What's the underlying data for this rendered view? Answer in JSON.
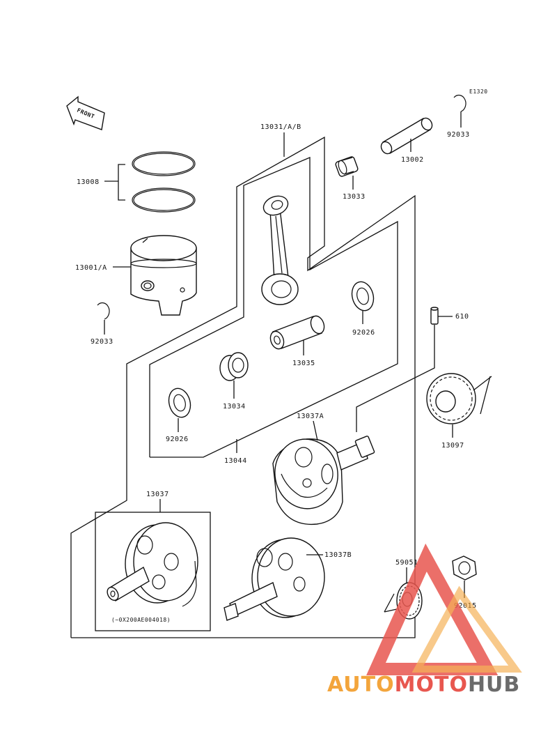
{
  "diagram": {
    "code": "E1320",
    "front_label": "FRONT",
    "parts": {
      "p13008": "13008",
      "p13001": "13001/A",
      "p92033_left": "92033",
      "p92033_right": "92033",
      "p13031": "13031/A/B",
      "p13002": "13002",
      "p13033": "13033",
      "p92026_right": "92026",
      "p13035": "13035",
      "p13034": "13034",
      "p92026_left": "92026",
      "p13044": "13044",
      "p610": "610",
      "p13097": "13097",
      "p13037A": "13037A",
      "p13037": "13037",
      "p13037B": "13037B",
      "p59051": "59051",
      "p92015": "92015",
      "serial_note": "(~0X200AE004018)"
    }
  },
  "watermark": {
    "part1": "AUTO",
    "part2": "MOTO",
    "part3": "HUB",
    "colors": {
      "orange": "#f3a53c",
      "red": "#e8574f",
      "gray": "#6b6b6b"
    }
  }
}
